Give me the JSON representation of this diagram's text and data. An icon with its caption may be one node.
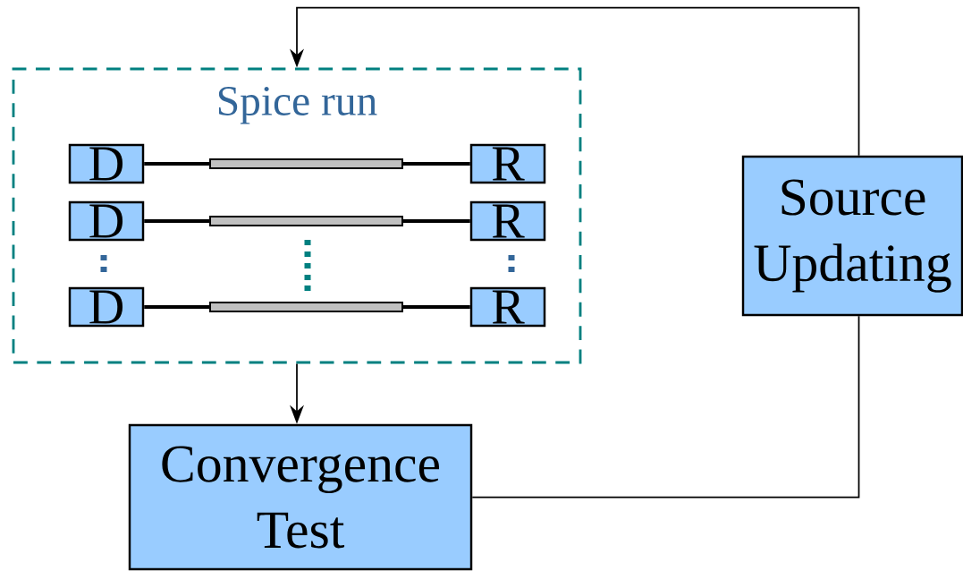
{
  "diagram": {
    "nodes": [
      {
        "text": [
          "Spice run"
        ]
      },
      {
        "text": [
          "D"
        ],
        "in": 0
      },
      {
        "text": [],
        "shape": "bar",
        "in": 0
      },
      {
        "text": [
          "R"
        ],
        "in": 0
      },
      {
        "text": [
          "D"
        ],
        "in": 0
      },
      {
        "text": [],
        "shape": "bar",
        "in": 0
      },
      {
        "text": [
          "R"
        ],
        "in": 0
      },
      {
        "text": [
          "D"
        ],
        "in": 0
      },
      {
        "text": [],
        "shape": "bar",
        "in": 0
      },
      {
        "text": [
          "R"
        ],
        "in": 0
      },
      {
        "text": [
          "Convergence Test"
        ]
      },
      {
        "text": [
          "Source Updating"
        ]
      }
    ],
    "edges": [
      {
        "from": 1,
        "to": 2,
        "arrow": "none"
      },
      {
        "from": 2,
        "to": 3,
        "arrow": "none"
      },
      {
        "from": 4,
        "to": 5,
        "arrow": "none"
      },
      {
        "from": 5,
        "to": 6,
        "arrow": "none"
      },
      {
        "from": 7,
        "to": 8,
        "arrow": "none"
      },
      {
        "from": 8,
        "to": 9,
        "arrow": "none"
      },
      {
        "from": 0,
        "to": 10,
        "arrow": "to"
      },
      {
        "from": 10,
        "to": 11,
        "arrow": "none"
      },
      {
        "from": 11,
        "to": 0,
        "arrow": "to"
      }
    ]
  }
}
